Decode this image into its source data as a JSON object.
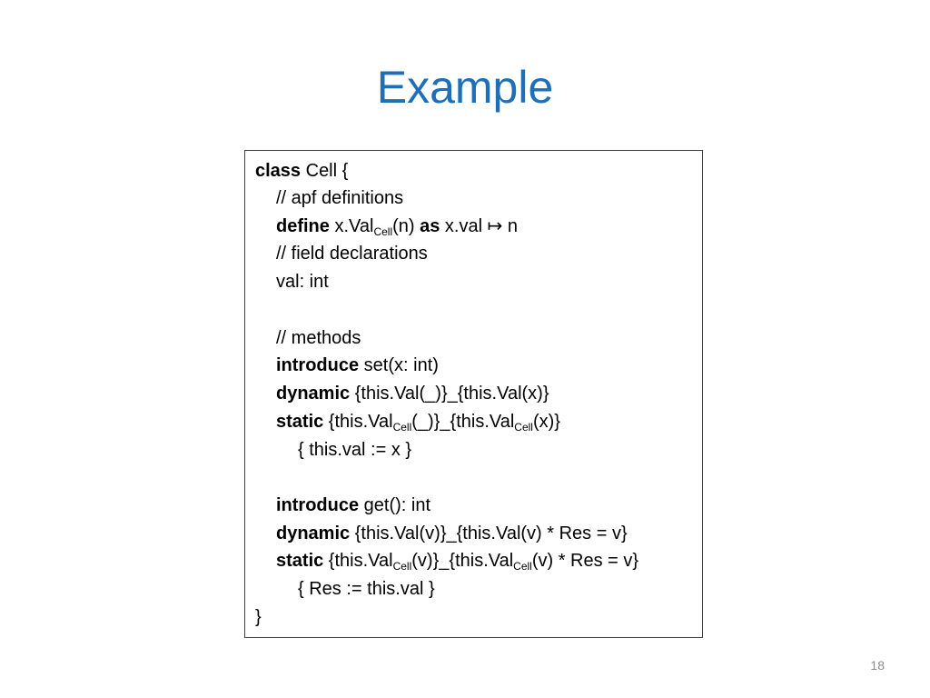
{
  "title": "Example",
  "page_number": "18",
  "code": {
    "l1_kw": "class",
    "l1_rest": " Cell {",
    "l2": "// apf definitions",
    "l3_kw": "define",
    "l3_a": " x.Val",
    "l3_sub": "Cell",
    "l3_b": "(n) ",
    "l3_kw2": "as",
    "l3_c": " x.val ↦ n",
    "l4": "// field declarations",
    "l5": "val: int",
    "l7": "// methods",
    "l8_kw": "introduce",
    "l8_rest": " set(x: int)",
    "l9_kw": "dynamic",
    "l9_rest": " {this.Val(_)}_{this.Val(x)}",
    "l10_kw": "static",
    "l10_a": " {this.Val",
    "l10_sub1": "Cell",
    "l10_b": "(_)}_{this.Val",
    "l10_sub2": "Cell",
    "l10_c": "(x)}",
    "l11": "{ this.val := x }",
    "l13_kw": "introduce",
    "l13_rest": " get(): int",
    "l14_kw": "dynamic",
    "l14_rest": " {this.Val(v)}_{this.Val(v) * Res = v}",
    "l15_kw": "static",
    "l15_a": " {this.Val",
    "l15_sub1": "Cell",
    "l15_b": "(v)}_{this.Val",
    "l15_sub2": "Cell",
    "l15_c": "(v) * Res = v}",
    "l16": "{ Res := this.val }",
    "l17": "}"
  }
}
